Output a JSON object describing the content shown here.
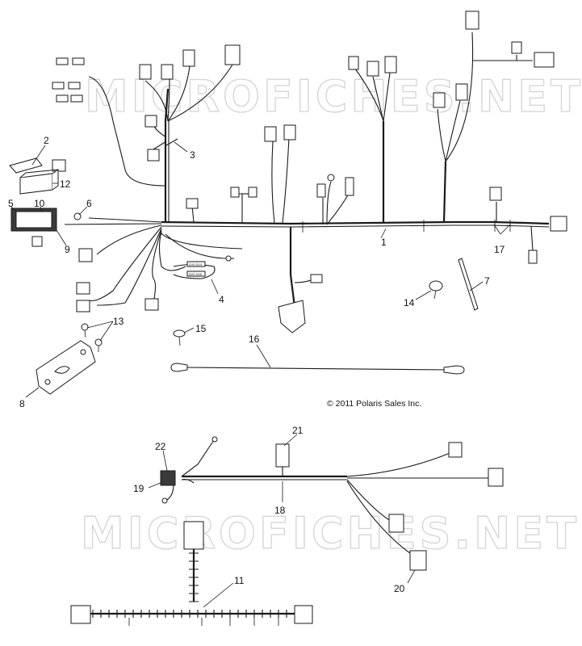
{
  "watermark": {
    "text": "MICROFICHES.NET"
  },
  "copyright": "© 2011 Polaris Sales Inc.",
  "callouts": {
    "c1": "1",
    "c2": "2",
    "c3": "3",
    "c4": "4",
    "c5": "5",
    "c6": "6",
    "c7": "7",
    "c8": "8",
    "c9": "9",
    "c10": "10",
    "c11": "11",
    "c12": "12",
    "c13": "13",
    "c14": "14",
    "c15": "15",
    "c16": "16",
    "c17": "17",
    "c18": "18",
    "c19": "19",
    "c20": "20",
    "c21": "21",
    "c22": "22"
  },
  "diode_labels": {
    "top": "D10  D14",
    "bottom": "D20  D28"
  }
}
